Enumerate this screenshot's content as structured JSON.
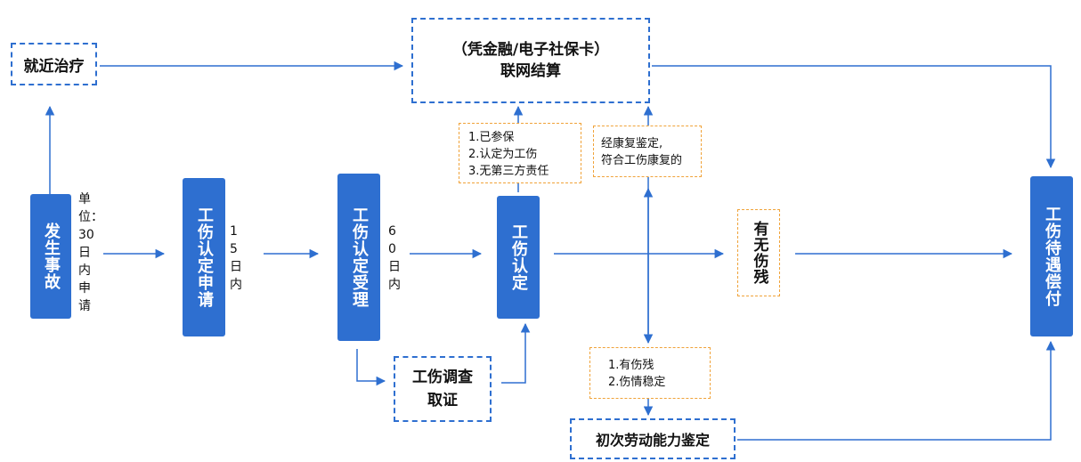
{
  "nodes": {
    "accident": "发生事故",
    "nearby_treatment": "就近治疗",
    "apply_recognition": "工伤认定申请",
    "recognition_accepted": "工伤认定受理",
    "recognition": "工伤认定",
    "investigation": "工伤调查取证",
    "settlement_line1": "（凭金融/电子社保卡）",
    "settlement_line2": "联网结算",
    "disability_check": "有无伤残",
    "labor_capacity": "初次劳动能力鉴定",
    "benefits": "工伤待遇偿付"
  },
  "notes": {
    "unit_apply": "单位：30日内申请",
    "days_15": "15日内",
    "days_60": "60日内",
    "settlement_conditions": [
      "1.已参保",
      "2.认定为工伤",
      "3.无第三方责任"
    ],
    "rehab_condition": [
      "经康复鉴定,",
      "符合工伤康复的"
    ],
    "disability_conditions": [
      "1.有伤残",
      "2.伤情稳定"
    ]
  },
  "colors": {
    "primary": "#2e6fd0",
    "orange_dash": "#f0a33a"
  }
}
